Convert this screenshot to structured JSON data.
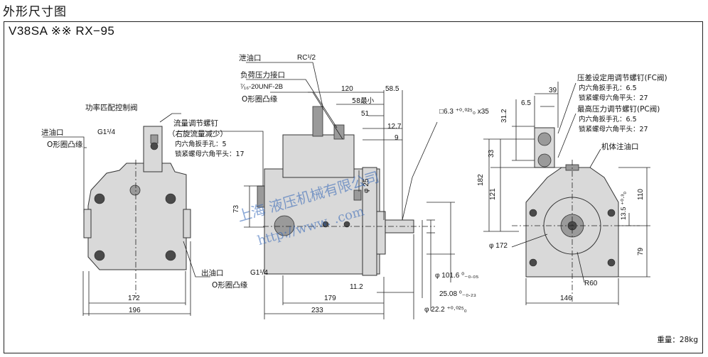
{
  "heading": "外形尺寸图",
  "model": "V38SA ※※ RX−95",
  "weight": "重量：28kg",
  "left_view": {
    "power_valve": "功率匹配控制阀",
    "inlet": "进油口",
    "inlet_size": "G1¹/4",
    "inlet_seal": "O形圈凸缘",
    "outlet": "出油口",
    "outlet_size": "G1¹/4",
    "outlet_seal": "O形圈凸缘",
    "dim_172": "172",
    "dim_196": "196"
  },
  "side_view": {
    "drain": "泄油口",
    "drain_size": "RC¹/2",
    "load_port": "负荷压力接口",
    "load_port_thread": "⁷⁄₁₆-20UNF-2B",
    "load_port_seal": "O形圈凸缘",
    "flow_screw": "流量调节螺钉",
    "flow_screw_note": "（右旋流量减少）",
    "hex_wrench": "内六角扳手孔：5",
    "lock_nut": "锁紧螺母六角平头：17",
    "dim_120": "120",
    "dim_58_5": "58.5",
    "dim_58_max": "58最小",
    "dim_51": "51",
    "dim_12_7": "12.7",
    "dim_9": "9",
    "dim_phi25": "φ 25",
    "dim_73": "73",
    "dim_11_2": "11.2",
    "dim_179": "179",
    "dim_233": "233",
    "key_spec": "□6.3 ⁺⁰·⁰²⁵₀ x35",
    "dim_101_6": "φ 101.6 ⁰₋₀.₀₅",
    "dim_25_08": "25.08 ⁰₋₀.₂₃",
    "dim_22_2": "φ 22.2 ⁺⁰·⁰²⁵₀"
  },
  "right_view": {
    "fc_screw": "压差设定用调节螺钉(FC阀)",
    "fc_hex": "内六角扳手孔：6.5",
    "fc_nut": "锁紧螺母六角平头：27",
    "pc_screw": "最高压力调节螺钉(PC阀)",
    "pc_hex": "内六角扳手孔：6.5",
    "pc_nut": "锁紧螺母六角平头：27",
    "fill_port": "机体注油口",
    "dim_39": "39",
    "dim_6_5": "6.5",
    "dim_31_2": "31.2",
    "dim_33": "33",
    "dim_182": "182",
    "dim_121": "121",
    "dim_110": "110",
    "dim_13_5": "13.5 ⁺⁰·³₀",
    "dim_79": "79",
    "dim_phi172": "φ 172",
    "dim_r60": "R60",
    "dim_146": "146"
  },
  "watermark": {
    "company": "上海    液压机械有限公司",
    "url": "http://www.       .com"
  }
}
